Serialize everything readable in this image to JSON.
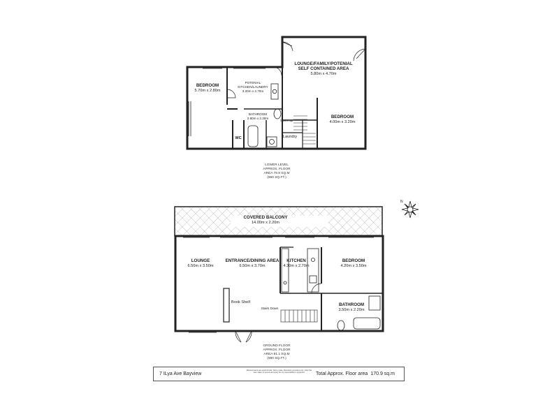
{
  "lower_level": {
    "rooms": [
      {
        "id": "lounge",
        "name": "LOUNGE/FAMILY/POTENIAL",
        "name2": "SELF CONTAINED AREA",
        "dims": "5.80m x 4.70m"
      },
      {
        "id": "bedroom1",
        "name": "BEDROOM",
        "dims": "5.70m x 2.80m"
      },
      {
        "id": "kitchen",
        "name": "POTENIAL",
        "name2": "KITCHEN/LAUNDRY",
        "dims": "3.20m x 2.70m"
      },
      {
        "id": "bathroom",
        "name": "BATHROOM",
        "dims": "2.80m x 2.30m"
      },
      {
        "id": "bedroom2",
        "name": "BEDROOM",
        "dims": "4.00m x 3.20m"
      }
    ],
    "labels": {
      "wc": "WC",
      "laundry": "Laundry",
      "stairs": "Stairs up"
    },
    "area_note": [
      "LOWER LEVEL",
      "APPROX. FLOOR",
      "AREA 79.9 SQ.M",
      "(860 SQ.FT.)"
    ]
  },
  "ground_floor": {
    "balcony": {
      "name": "COVERED BALCONY",
      "dims": "14.00m x 2.20m"
    },
    "rooms": [
      {
        "id": "lounge",
        "name": "LOUNGE",
        "dims": "6.50m x 3.50m"
      },
      {
        "id": "dining",
        "name": "ENTRANCE/DINING AREA",
        "dims": "6.50m x 3.70m"
      },
      {
        "id": "kitchen",
        "name": "KITCHEN",
        "dims": "4.30m x 2.70m"
      },
      {
        "id": "bedroom",
        "name": "BEDROOM",
        "dims": "4.20m x 3.50m"
      },
      {
        "id": "bathroom",
        "name": "BATHROOM",
        "dims": "3.50m x 2.20m"
      }
    ],
    "labels": {
      "bookshelf": "Book Shelf",
      "stairs": "Stairs Down"
    },
    "area_note": [
      "GROUND FLOOR",
      "APPROX. FLOOR",
      "AREA 91.1 SQ.M",
      "(980 SQ.FT.)"
    ]
  },
  "footer": {
    "address": "7 ILya Ave Bayview",
    "disclaimer": "Measurements are approximate. Not to scale. Illustrative purposes only. Care has been taken to ensure accuracy but no responsibility is accepted.",
    "area_label": "Total Approx. Floor area",
    "area_value": "170.9 sq.m"
  },
  "icons": {
    "compass": "compass-rose-icon"
  }
}
